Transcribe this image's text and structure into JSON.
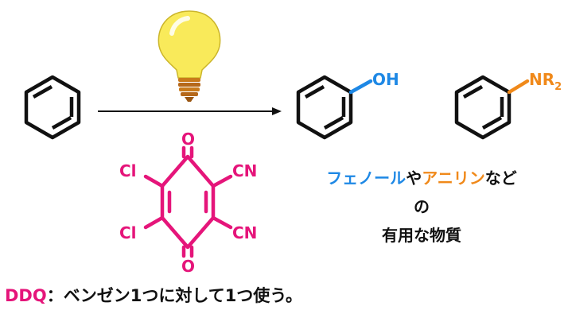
{
  "colors": {
    "ink": "#111111",
    "magenta": "#e5157a",
    "blue": "#1e88e5",
    "orange": "#f0891a",
    "bulb": "#f9ea5a",
    "bulb_base": "#c97a1b"
  },
  "icons": {
    "light": "lightbulb-icon"
  },
  "reagent": {
    "o_top": "O",
    "o_bottom": "O",
    "cl_top": "Cl",
    "cl_bottom": "Cl",
    "cn_top": "CN",
    "cn_bottom": "CN"
  },
  "products": {
    "phenol_group": "OH",
    "aniline_group": "NR",
    "aniline_subscript": "2"
  },
  "caption": {
    "phenol": "フェノール",
    "conj1": "や",
    "aniline": "アニリン",
    "conj2": "など",
    "line2": "の",
    "line3": "有用な物質"
  },
  "footer": {
    "ddq": "DDQ",
    "text": "：ベンゼン1つに対して1つ使う。"
  }
}
